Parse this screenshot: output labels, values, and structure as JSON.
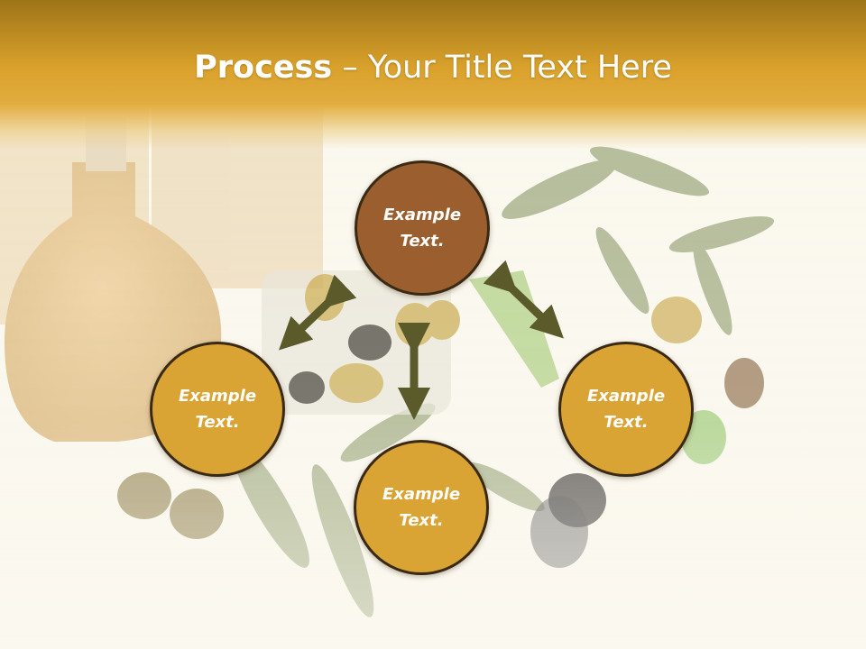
{
  "slide": {
    "title_strong": "Process",
    "title_rest": " – Your Title Text Here"
  },
  "nodes": {
    "top": "Example\nText.",
    "left": "Example\nText.",
    "right": "Example\nText.",
    "bottom": "Example\nText."
  },
  "colors": {
    "header": "#d9a12b",
    "node_primary": "#9b5f2f",
    "node_secondary": "#daa434",
    "arrow": "#5b5a2a"
  }
}
